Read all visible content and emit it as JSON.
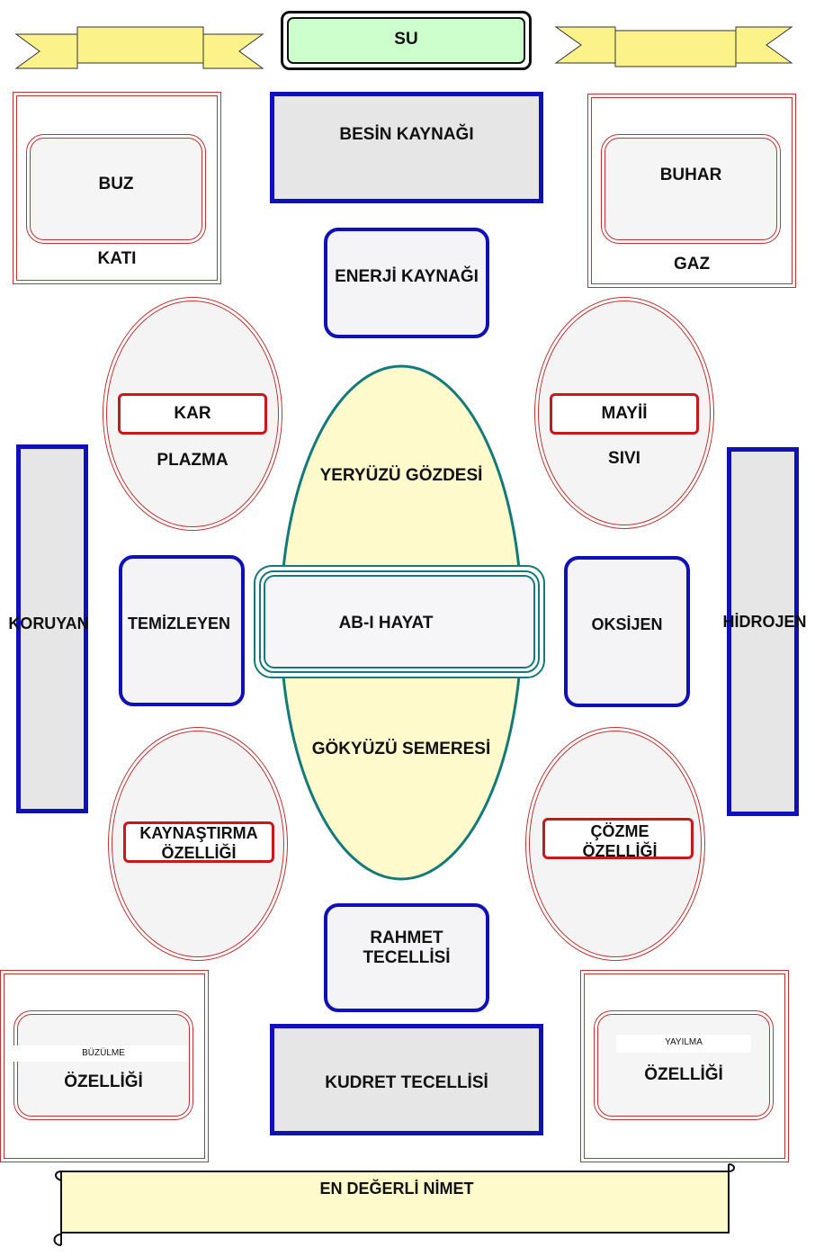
{
  "title": "SU",
  "banner_bottom": "EN DEĞERLİ NİMET",
  "center": {
    "main": "AB-I HAYAT",
    "upper": "YERYÜZÜ GÖZDESİ",
    "lower": "GÖKYÜZÜ SEMERESİ"
  },
  "top": {
    "besin": "BESİN KAYNAĞI",
    "enerji": "ENERJİ KAYNAĞI"
  },
  "bottom": {
    "rahmet": "RAHMET TECELLİSİ",
    "kudret": "KUDRET TECELLİSİ"
  },
  "states": {
    "solid": {
      "name": "BUZ",
      "state": "KATI"
    },
    "gas": {
      "name": "BUHAR",
      "state": "GAZ"
    },
    "plasma": {
      "name": "KAR",
      "state": "PLAZMA"
    },
    "liquid": {
      "name": "MAYİİ",
      "state": "SIVI"
    }
  },
  "middle": {
    "left_bar": "KORUYAN",
    "left_box": "TEMİZLEYEN",
    "right_box": "OKSİJEN",
    "right_bar": "HİDROJEN"
  },
  "properties": {
    "fusion": "KAYNAŞTIRMA ÖZELLİĞİ",
    "dissolve": "ÇÖZME ÖZELLİĞİ",
    "shrink_small": "BÜZÜLME",
    "shrink": "ÖZELLİĞİ",
    "spread_small": "YAYILMA",
    "spread": "ÖZELLİĞİ"
  },
  "colors": {
    "blue": "#1010b8",
    "red": "#c63030",
    "teal": "#127a7a",
    "yellow": "#fffacc",
    "banner_yellow": "#fbf38a",
    "green": "#ccffcc"
  }
}
